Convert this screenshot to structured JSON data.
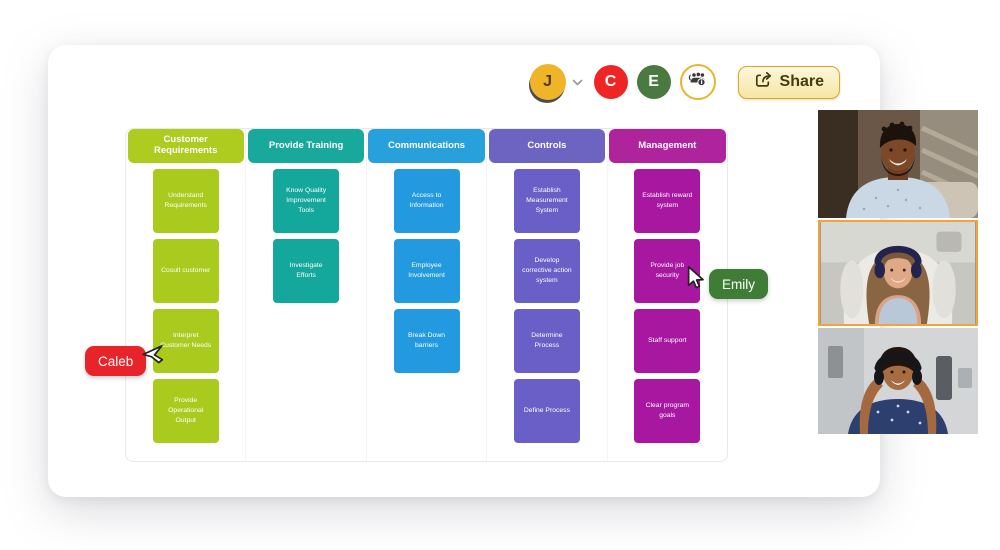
{
  "toolbar": {
    "avatars": [
      {
        "initial": "J",
        "color": "#f0b429",
        "text_color": "#4a3a0c",
        "has_dropdown": true
      },
      {
        "initial": "C",
        "color": "#ee2524",
        "text_color": "#ffffff"
      },
      {
        "initial": "E",
        "color": "#4a7a3f",
        "text_color": "#ffffff"
      }
    ],
    "share_label": "Share",
    "share_border": "#d9a62e",
    "share_text_color": "#463a10"
  },
  "board": {
    "columns": [
      {
        "title": "Customer Requirements",
        "header_color": "#aecb20",
        "card_color": "#abca1e",
        "cards": [
          "Understand Requirements",
          "Cosult customer",
          "Interpret Customer Needs",
          "Provide Operational Output"
        ]
      },
      {
        "title": "Provide Training",
        "header_color": "#19a99c",
        "card_color": "#14a79b",
        "cards": [
          "Know Quality Improvement Tools",
          "Investigate Efforts"
        ]
      },
      {
        "title": "Communications",
        "header_color": "#28a0dc",
        "card_color": "#2399df",
        "cards": [
          "Access to Information",
          "Employee Involvement",
          "Break Down barriers"
        ]
      },
      {
        "title": "Controls",
        "header_color": "#6d63c1",
        "card_color": "#6a5fc7",
        "cards": [
          "Establish Measurement System",
          "Develop corrective action system",
          "Determine Process",
          "Define Process"
        ]
      },
      {
        "title": "Management",
        "header_color": "#af249c",
        "card_color": "#a717a0",
        "cards": [
          "Establish reward system",
          "Provide job security",
          "Staff support",
          "Clear program goals"
        ]
      }
    ]
  },
  "cursors": [
    {
      "name": "Caleb",
      "color": "#e8242b"
    },
    {
      "name": "Emily",
      "color": "#3f7d37"
    }
  ],
  "video_call": {
    "participants": [
      {
        "id": "participant-1",
        "active": false
      },
      {
        "id": "participant-2",
        "active": true,
        "active_border": "#f2a33c"
      },
      {
        "id": "participant-3",
        "active": false
      }
    ]
  }
}
